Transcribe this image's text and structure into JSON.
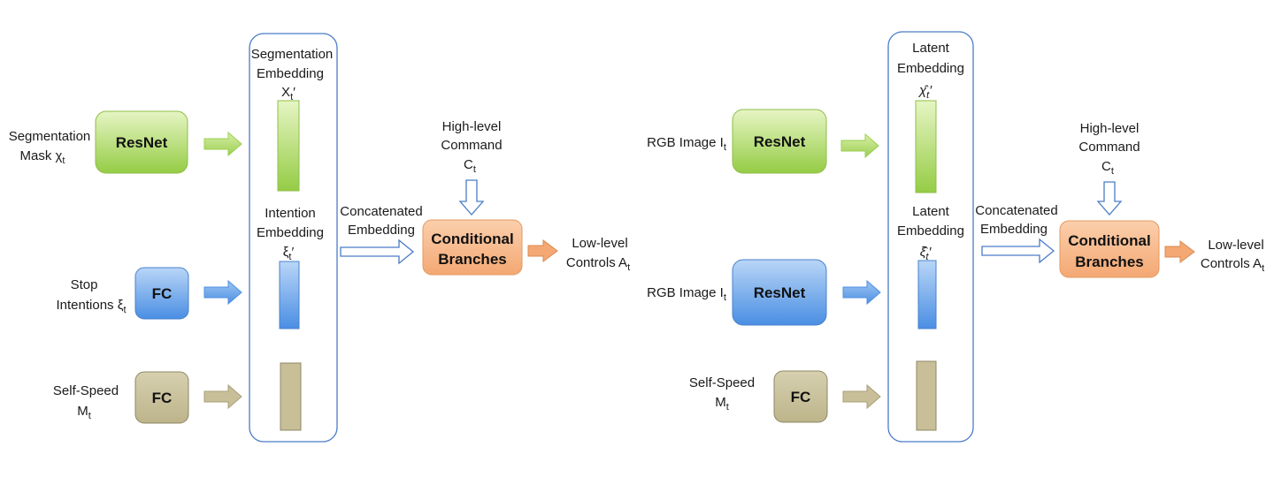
{
  "left": {
    "inputs": {
      "segmentation": {
        "line1": "Segmentation",
        "line2": "Mask χ",
        "sub": "t"
      },
      "stop": {
        "line1": "Stop",
        "line2": "Intentions ξ",
        "sub": "t"
      },
      "speed": {
        "line1": "Self-Speed",
        "line2": "M",
        "sub": "t"
      }
    },
    "modules": {
      "resnet": "ResNet",
      "fc1": "FC",
      "fc2": "FC"
    },
    "embeddings": {
      "seg": {
        "line1": "Segmentation",
        "line2": "Embedding",
        "line3": "X",
        "sub": "t",
        "prime": "′"
      },
      "intent": {
        "line1": "Intention",
        "line2": "Embedding",
        "line3": "ξ",
        "sub": "t",
        "prime": "′"
      }
    },
    "concat": {
      "line1": "Concatenated",
      "line2": "Embedding"
    },
    "command": {
      "line1": "High-level",
      "line2": "Command",
      "line3": "C",
      "sub": "t"
    },
    "branches": {
      "line1": "Conditional",
      "line2": "Branches"
    },
    "output": {
      "line1": "Low-level",
      "line2": "Controls A",
      "sub": "t"
    }
  },
  "right": {
    "inputs": {
      "rgb1": {
        "line1": "RGB Image I",
        "sub": "t"
      },
      "rgb2": {
        "line1": "RGB Image I",
        "sub": "t"
      },
      "speed": {
        "line1": "Self-Speed",
        "line2": "M",
        "sub": "t"
      }
    },
    "modules": {
      "resnet1": "ResNet",
      "resnet2": "ResNet",
      "fc": "FC"
    },
    "embeddings": {
      "latent1": {
        "line1": "Latent",
        "line2": "Embedding",
        "sym": "χ̂",
        "sub": "t",
        "prime": "′"
      },
      "latent2": {
        "line1": "Latent",
        "line2": "Embedding",
        "sym": "ξ̂",
        "sub": "t",
        "prime": "′"
      }
    },
    "concat": {
      "line1": "Concatenated",
      "line2": "Embedding"
    },
    "command": {
      "line1": "High-level",
      "line2": "Command",
      "line3": "C",
      "sub": "t"
    },
    "branches": {
      "line1": "Conditional",
      "line2": "Branches"
    },
    "output": {
      "line1": "Low-level",
      "line2": "Controls A",
      "sub": "t"
    }
  },
  "colors": {
    "green": "#a8d65a",
    "blue": "#5f9ee8",
    "tan": "#c8bf98",
    "orange": "#f7b98a",
    "outline": "#4a7cc7"
  }
}
